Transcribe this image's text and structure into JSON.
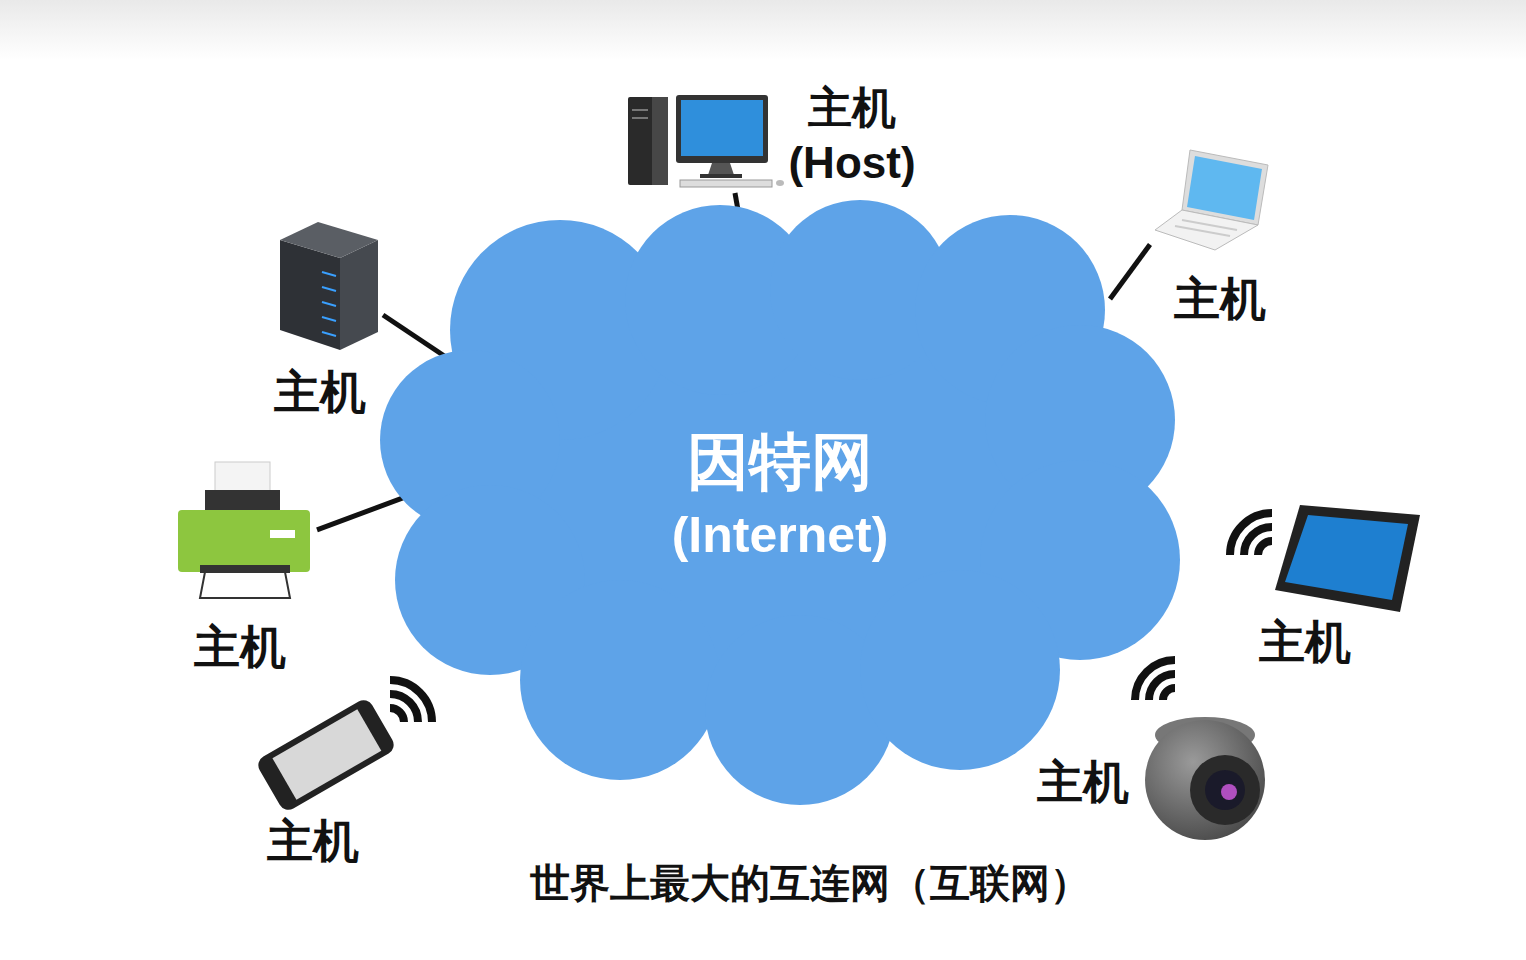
{
  "diagram": {
    "caption": "世界上最大的互连网（互联网）",
    "nodes": [
      {
        "text": [
          "主机 (Host)"
        ]
      },
      {
        "text": [
          "主机"
        ]
      },
      {
        "text": [
          "主机"
        ]
      },
      {
        "text": [
          "因特网",
          "(Internet)"
        ]
      },
      {
        "text": [
          "主机"
        ]
      },
      {
        "text": [
          "主机"
        ]
      },
      {
        "text": [
          "主机"
        ]
      },
      {
        "text": [
          "主机"
        ]
      }
    ],
    "edges": [
      {
        "from": 0,
        "to": 3,
        "arrow": "none"
      },
      {
        "from": 1,
        "to": 3,
        "arrow": "none"
      },
      {
        "from": 2,
        "to": 3,
        "arrow": "none"
      },
      {
        "from": 4,
        "to": 3,
        "arrow": "none"
      }
    ]
  }
}
